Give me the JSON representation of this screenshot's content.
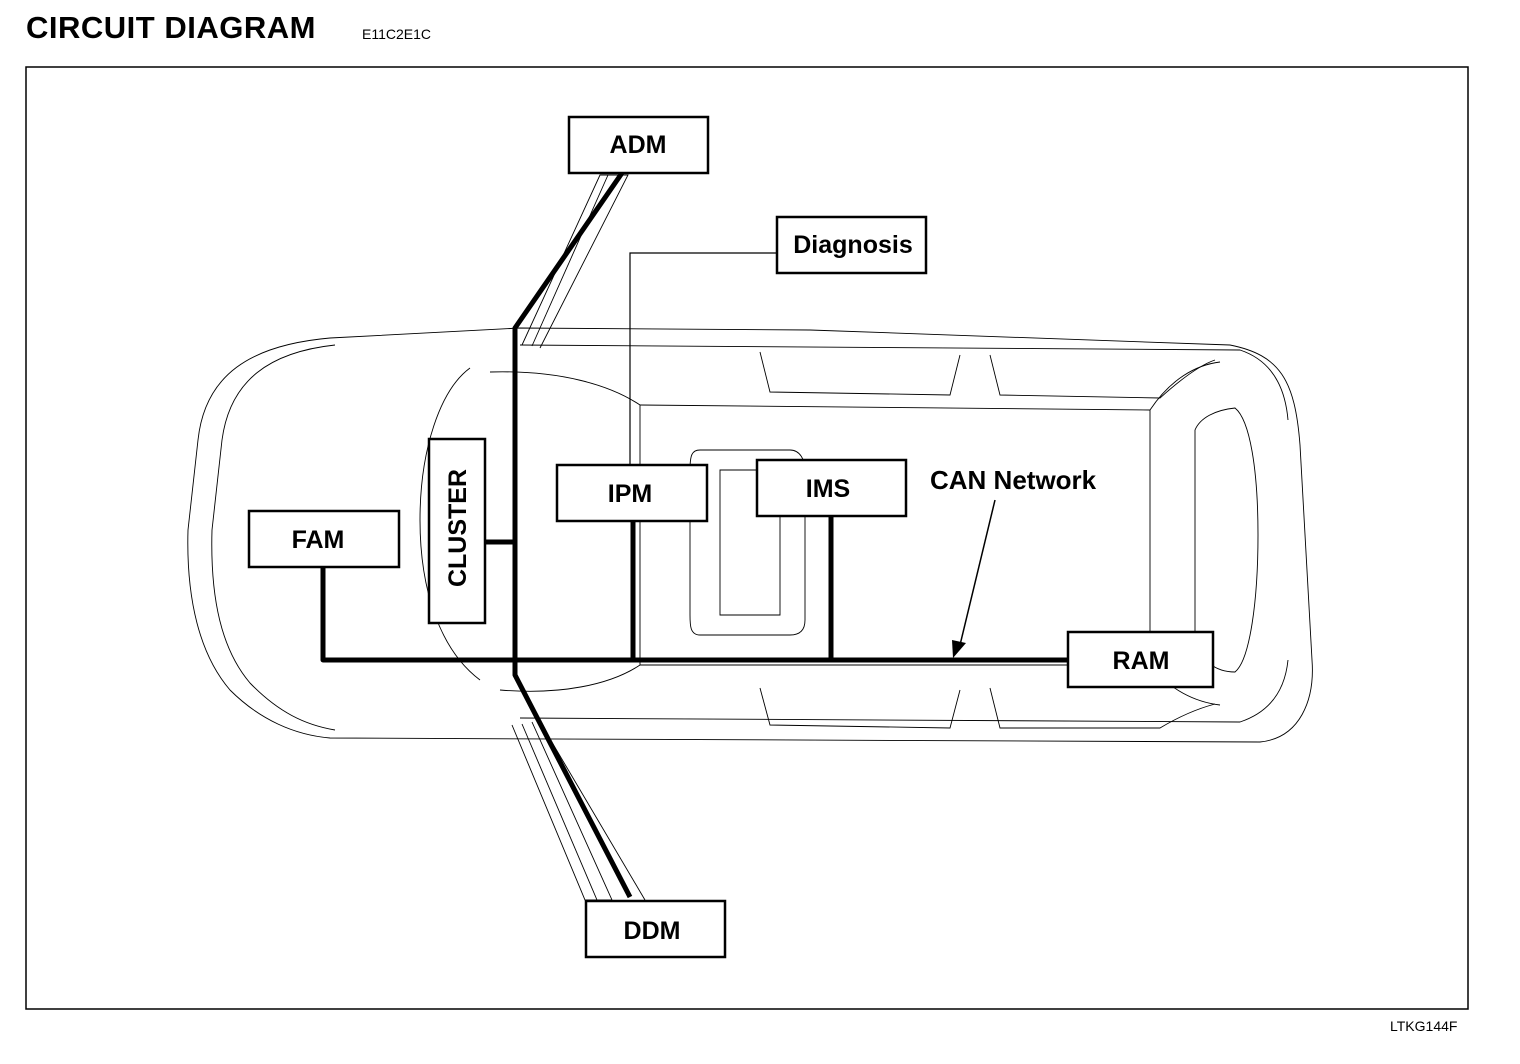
{
  "header": {
    "title": "CIRCUIT  DIAGRAM",
    "code": "E11C2E1C"
  },
  "figure_id": "LTKG144F",
  "modules": {
    "adm": "ADM",
    "diagnosis": "Diagnosis",
    "cluster": "CLUSTER",
    "fam": "FAM",
    "ipm": "IPM",
    "ims": "IMS",
    "ram": "RAM",
    "ddm": "DDM"
  },
  "network_label": "CAN Network"
}
